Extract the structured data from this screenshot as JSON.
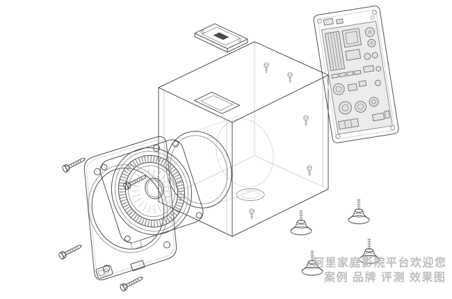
{
  "canvas": {
    "background": "#ffffff"
  },
  "diagram": {
    "type": "technical-exploded-view",
    "subject": "subwoofer speaker cabinet assembly",
    "style": "monochrome CAD wireframe, isometric",
    "line_color": "#4d4d4d",
    "hidden_line_color": "#cfcfcf",
    "pcb_fill": "#ececec",
    "parts": [
      "mounting-screws",
      "front-gasket-frame",
      "speaker-driver",
      "cable-clip",
      "cabinet-enclosure",
      "top-terminal-plate",
      "amplifier-plate-pcb",
      "adjustable-feet"
    ]
  },
  "watermark": {
    "color": "#bdbdbd",
    "line1": "阿里家庭影院平台欢迎您",
    "line2": "案例 品牌 评测 效果图"
  }
}
